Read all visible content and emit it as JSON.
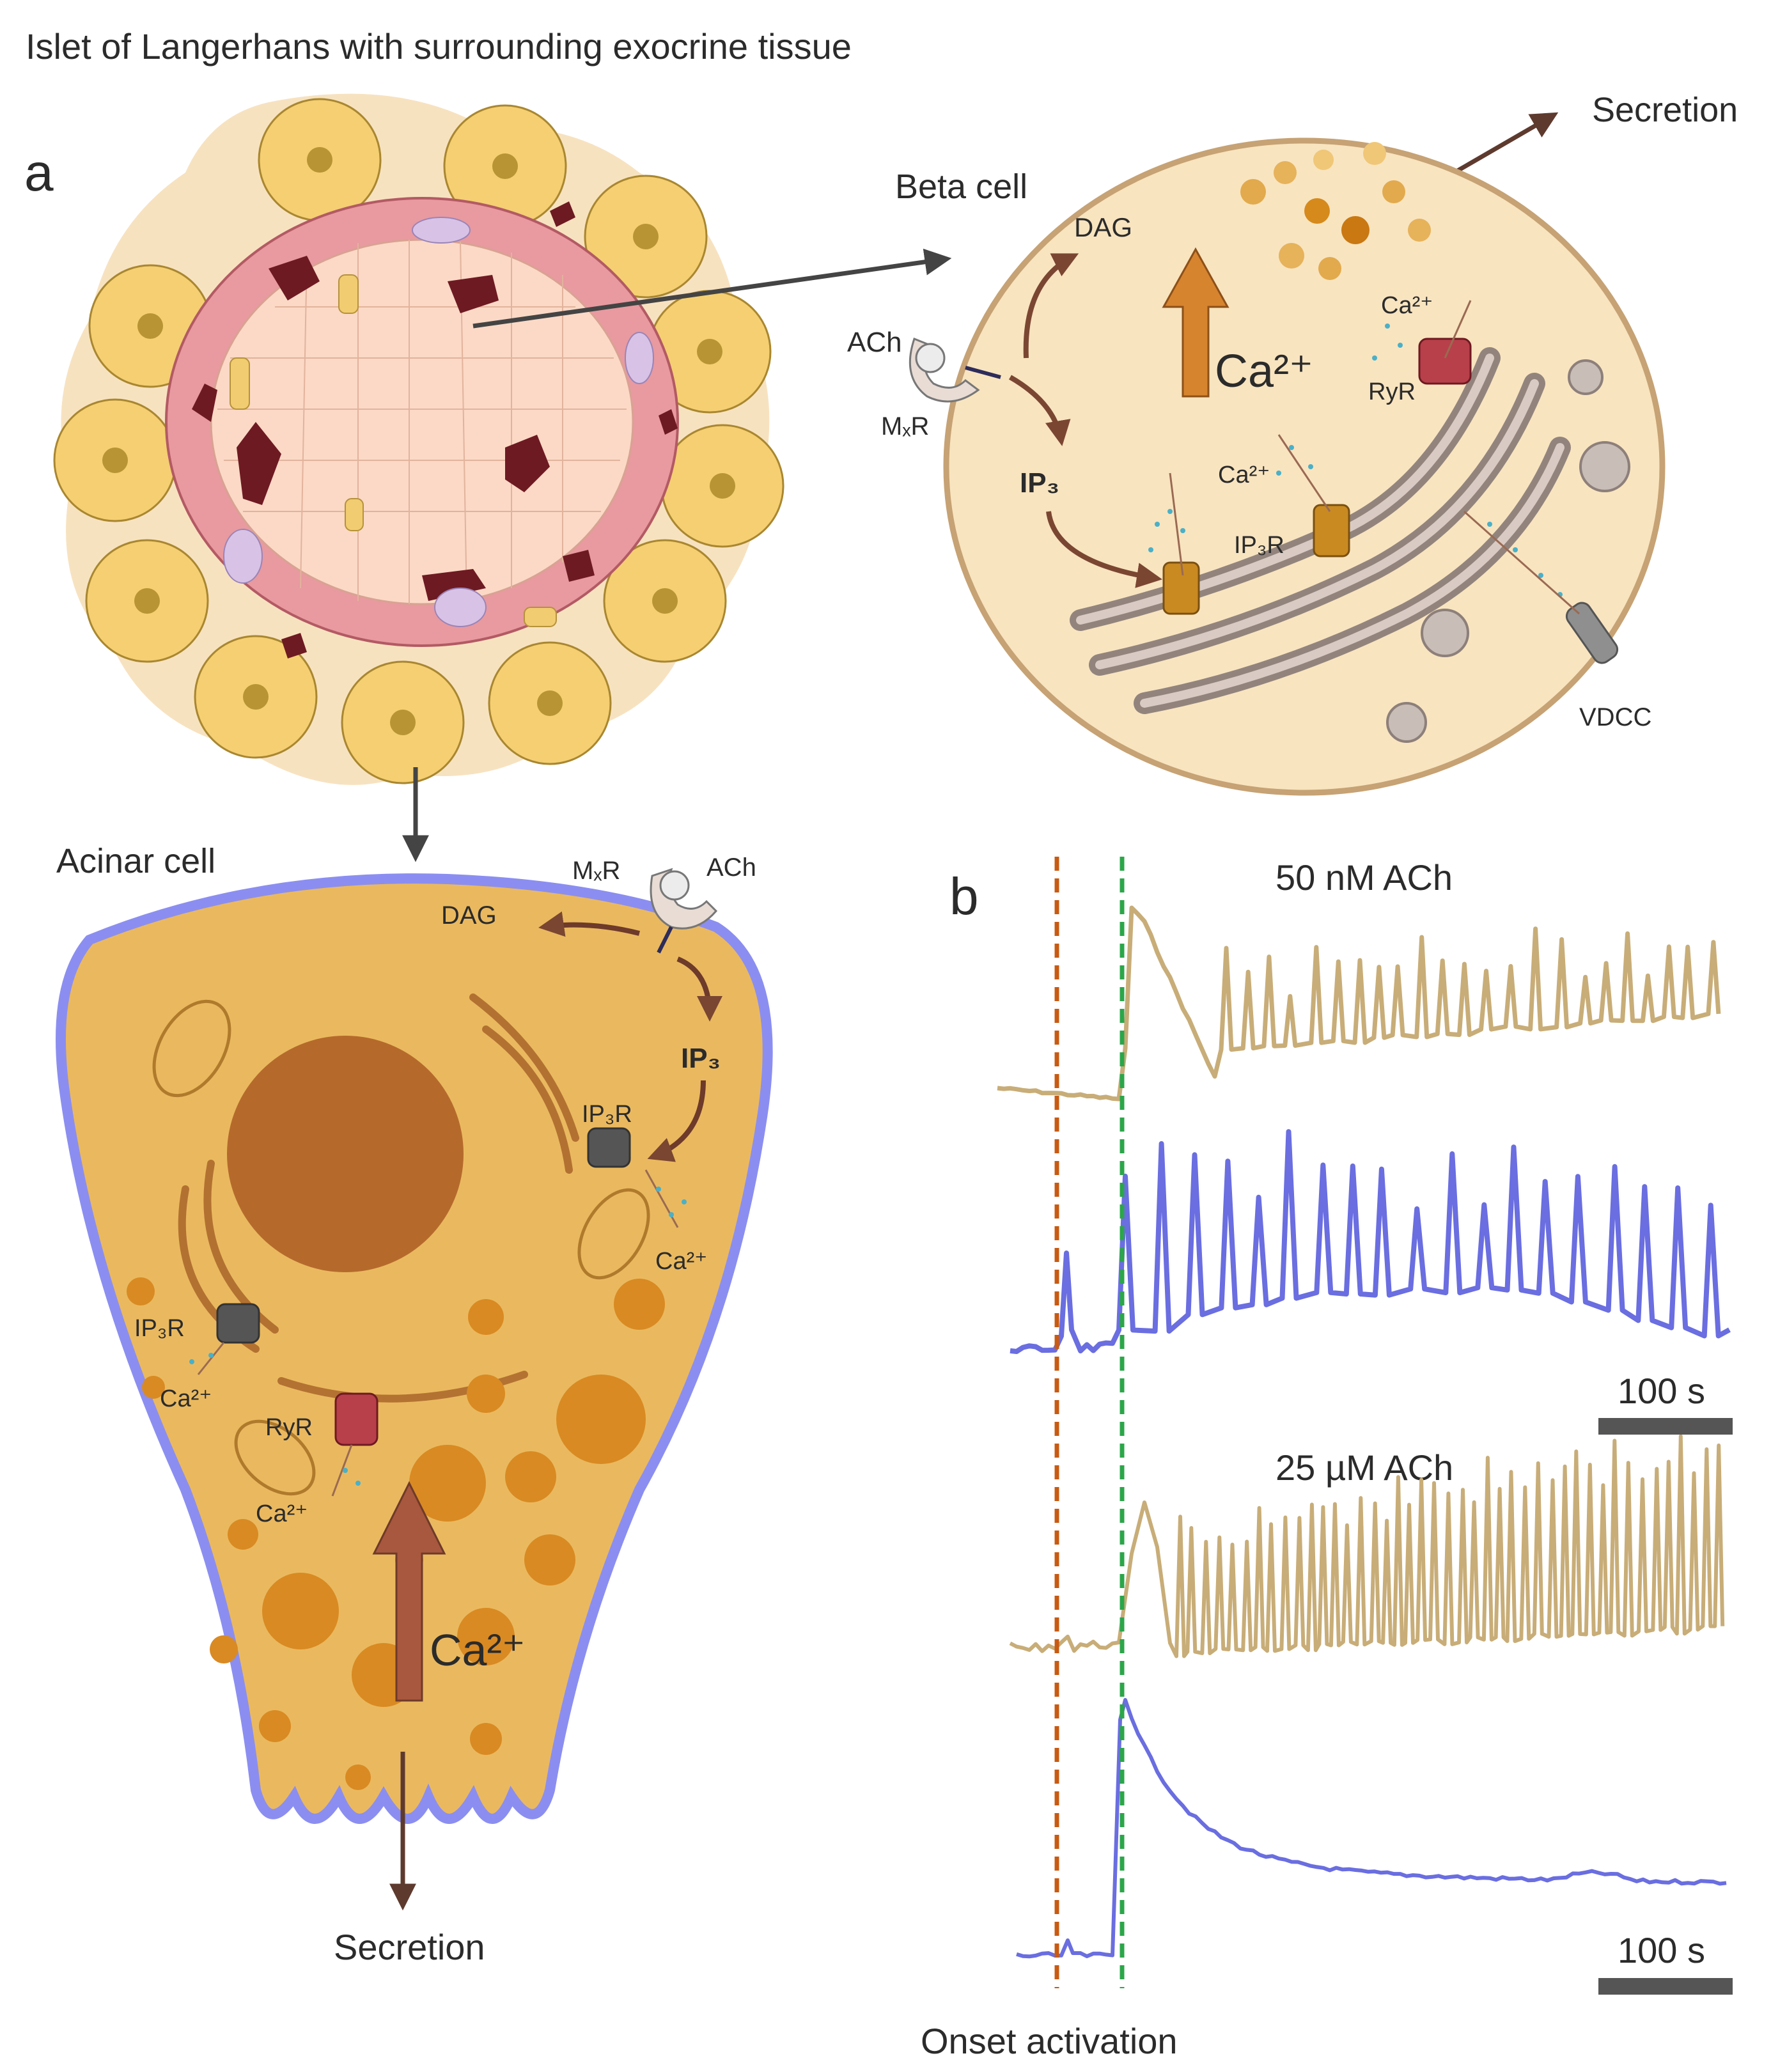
{
  "title": "Islet of Langerhans with surrounding exocrine tissue",
  "panel_a": {
    "label": "a",
    "beta_cell": {
      "title": "Beta cell",
      "secretion": "Secretion",
      "dag": "DAG",
      "ach": "ACh",
      "mxr": "MₓR",
      "ip3": "IP₃",
      "ca_big": "Ca²⁺",
      "ca_label_1": "Ca²⁺",
      "ca_label_2": "Ca²⁺",
      "ryr": "RyR",
      "ip3r": "IP₃R",
      "vdcc": "VDCC"
    },
    "acinar_cell": {
      "title": "Acinar cell",
      "mxr": "MₓR",
      "ach": "ACh",
      "dag": "DAG",
      "ip3": "IP₃",
      "ip3r_1": "IP₃R",
      "ip3r_2": "IP₃R",
      "ca_1": "Ca²⁺",
      "ca_2": "Ca²⁺",
      "ca_3": "Ca²⁺",
      "ryr": "RyR",
      "ca_big": "Ca²⁺",
      "secretion": "Secretion"
    }
  },
  "panel_b": {
    "label": "b",
    "condition_1": "50 nM ACh",
    "condition_2": "25 µM ACh",
    "scale_1": "100 s",
    "scale_2": "100 s",
    "onset": "Onset activation",
    "colors": {
      "gold_trace": "#c8ad78",
      "blue_trace": "#6a6ee0",
      "orange_line": "#c85a12",
      "green_line": "#2ba64a"
    }
  }
}
